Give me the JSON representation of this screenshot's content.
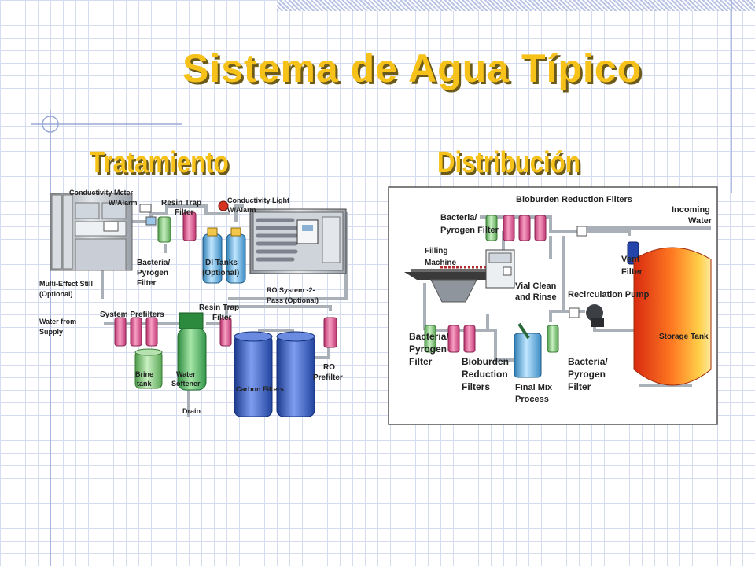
{
  "title": "Sistema de Agua Típico",
  "left_heading": "Tratamiento",
  "right_heading": "Distribución",
  "treatment": {
    "conductivity_meter": [
      "Conductivity Meter",
      "W/Alarm"
    ],
    "resin_trap_filter_top": [
      "Resin Trap",
      "Filter"
    ],
    "conductivity_light": [
      "Conductivity Light",
      "W/Alarm"
    ],
    "bacteria_pyrogen_filter": [
      "Bacteria/",
      "Pyrogen",
      "Filter"
    ],
    "di_tanks": [
      "DI Tanks",
      "(Optional)"
    ],
    "multi_effect_still": [
      "Multi-Effect Still",
      "(Optional)"
    ],
    "ro_system": [
      "RO System -2-",
      "Pass (Optional)"
    ],
    "water_from_supply": [
      "Water from",
      "Supply"
    ],
    "system_prefilters": "System Prefilters",
    "resin_trap_filter_mid": [
      "Resin Trap",
      "Filter"
    ],
    "brine_tank": [
      "Brine",
      "tank"
    ],
    "water_softener": [
      "Water",
      "Softener"
    ],
    "drain": "Drain",
    "carbon_filters": "Carbon Filters",
    "ro_prefilter": [
      "RO",
      "Prefilter"
    ]
  },
  "distribution": {
    "bioburden_reduction_top": "Bioburden Reduction Filters",
    "bacteria_pyrogen_top": [
      "Bacteria/",
      "Pyrogen Filter"
    ],
    "incoming_water": [
      "Incoming",
      "Water"
    ],
    "filling_machine": [
      "Filling",
      "Machine"
    ],
    "vent_filter": [
      "Vent",
      "Filter"
    ],
    "vial_clean": [
      "Vial Clean",
      "and Rinse"
    ],
    "recirculation_pump": "Recirculation Pump",
    "storage_tank": "Storage Tank",
    "bacteria_pyrogen_left": [
      "Bacteria/",
      "Pyrogen",
      "Filter"
    ],
    "bioburden_reduction_bottom": [
      "Bioburden",
      "Reduction",
      "Filters"
    ],
    "final_mix": [
      "Final Mix",
      "Process"
    ],
    "bacteria_pyrogen_right": [
      "Bacteria/",
      "Pyrogen",
      "Filter"
    ]
  },
  "colors": {
    "title": "#f6c21a",
    "title_shadow": "#6b5a1a",
    "pink_filter": "#e0508a",
    "green_filter": "#8fd08a",
    "blue_tank": "#2f55b8",
    "storage_tank": "#ee4422"
  }
}
